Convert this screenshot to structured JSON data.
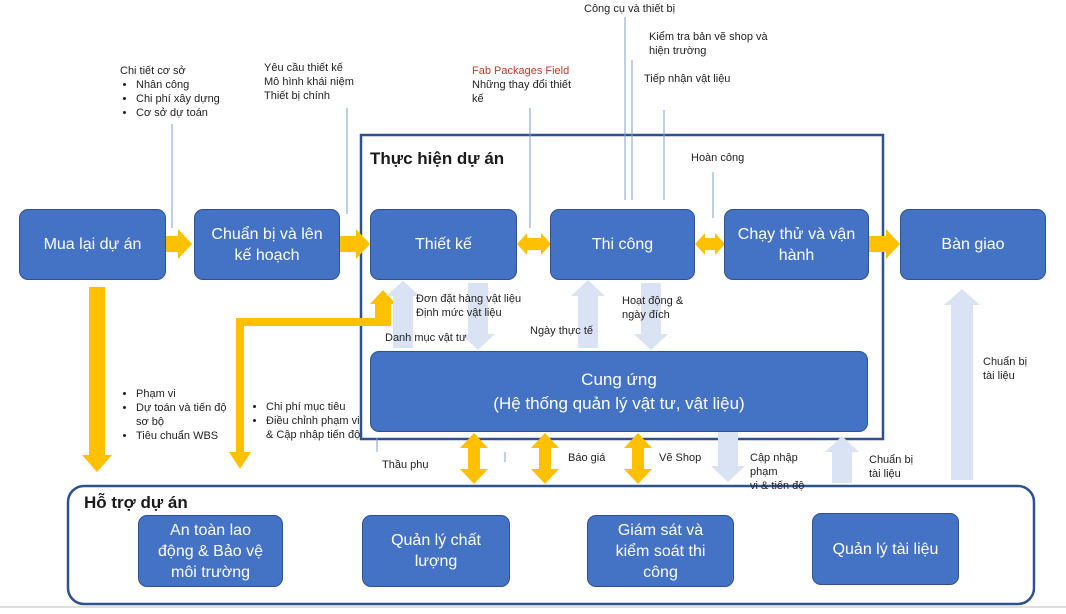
{
  "colors": {
    "box": "#4472C4",
    "frame": "#2F528F",
    "arrow_yellow": "#FFC000",
    "arrow_light": "#DAE3F3"
  },
  "main_flow": {
    "acquisition": "Mua lại dự án",
    "planning": "Chuẩn bị và lên\nkế hoạch",
    "design": "Thiết kế",
    "construction": "Thi công",
    "commissioning": "Chạy thử và vận\nhành",
    "handover": "Bàn giao"
  },
  "execution": {
    "title": "Thực hiện dự án",
    "supply_line1": "Cung ứng",
    "supply_line2": "(Hệ thống quản lý vật tư, vật liệu)"
  },
  "support": {
    "title": "Hỗ trợ dự án",
    "safety": "An toàn lao\nđộng & Bảo vệ\nmôi trường",
    "quality": "Quản lý chất\nlượng",
    "supervision": "Giám sát và\nkiểm soát thi\ncông",
    "documents": "Quản lý tài liệu"
  },
  "notes": {
    "basis_title": "Chi tiết cơ sở",
    "basis_items": [
      "Nhân công",
      "Chi phí xây dựng",
      "Cơ sở dự toán"
    ],
    "design_req": [
      "Yêu cầu thiết kế",
      "Mô hình khái niệm",
      "Thiết bị chính"
    ],
    "fab_title": "Fab Packages Field",
    "fab_body": [
      "Những thay đổi thiết",
      "kế"
    ],
    "tools": "Công cụ và thiết bị",
    "shop_check": [
      "Kiểm tra bản vẽ shop và",
      "hiện trường"
    ],
    "material_receipt": "Tiếp nhận vật liệu",
    "as_built": "Hoàn công",
    "material_order": [
      "Đơn đặt hàng vật liệu",
      "Định mức vật liệu"
    ],
    "material_list": "Danh mục vật tư",
    "actual_date": "Ngày thực tế",
    "activities": [
      "Hoạt động &",
      "ngày đích"
    ],
    "scope_items": [
      "Phạm vi",
      "Dự toán và tiến độ sơ bộ",
      "Tiêu chuẩn WBS"
    ],
    "target_items": [
      "Chi phí mục tiêu",
      "Điều chỉnh phạm vi & Cập nhập tiến độ"
    ],
    "subcontractor": "Thầu phụ",
    "quote": "Báo giá",
    "shop_drawing": "Vẽ Shop",
    "update_scope": [
      "Cập nhập",
      "phạm",
      "vi & tiến độ"
    ],
    "prepare_docs_1": [
      "Chuẩn bị",
      "tài liệu"
    ],
    "prepare_docs_2": [
      "Chuẩn bị",
      "tài liệu"
    ]
  }
}
